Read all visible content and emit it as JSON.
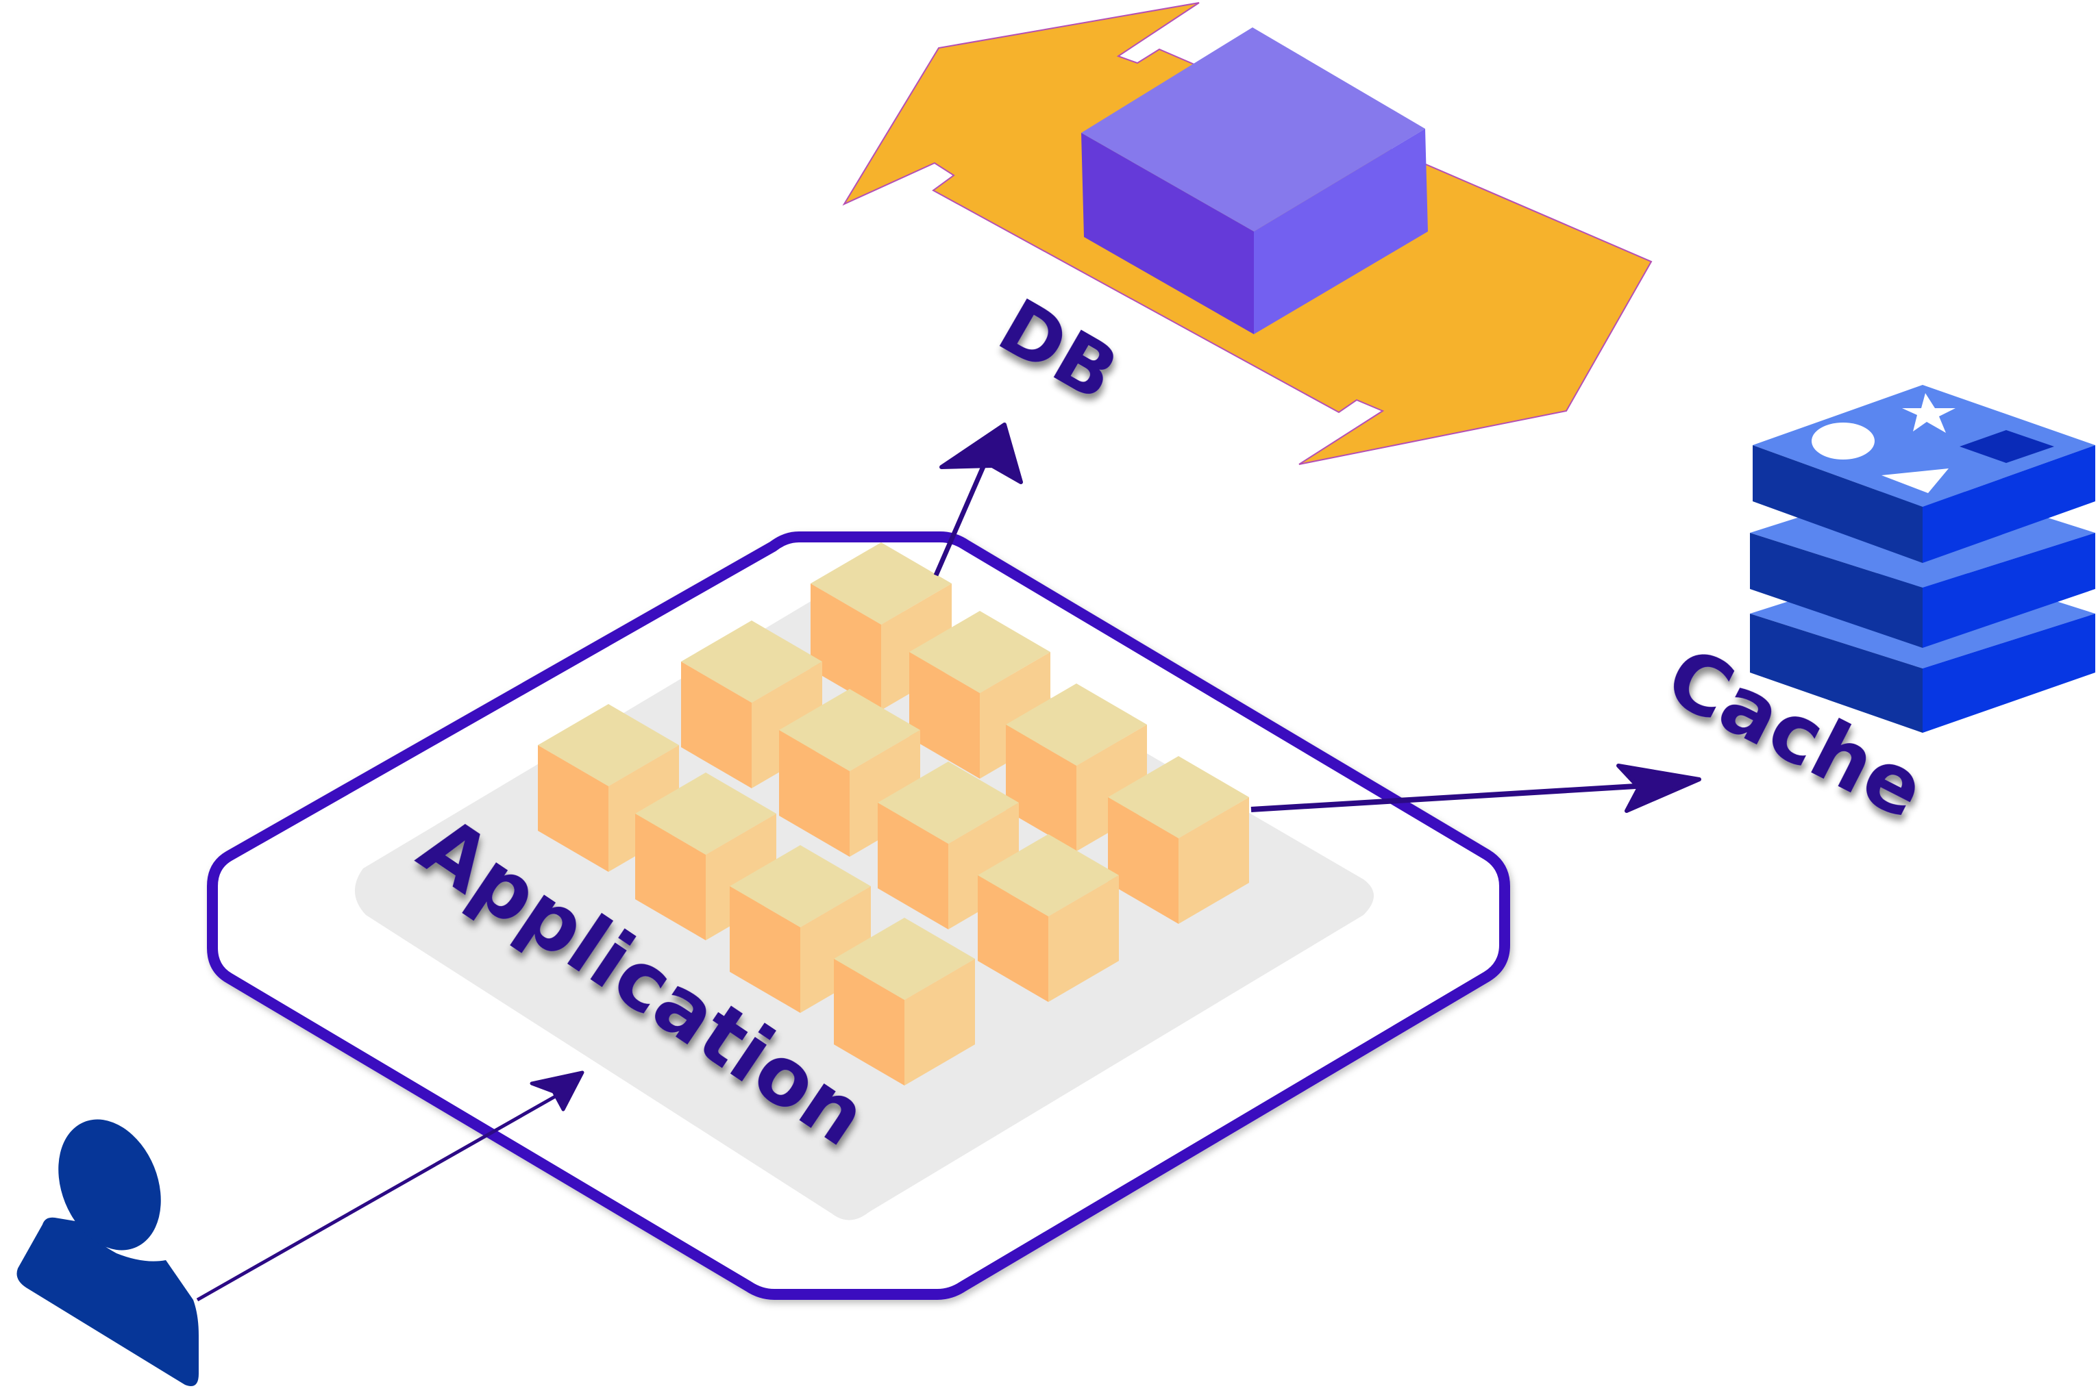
{
  "labels": {
    "db": "DB",
    "cache": "Cache",
    "application": "Application"
  },
  "colors": {
    "outline": "#3a0dbf",
    "arrow": "#2c0a85",
    "label": "#2b0c8c",
    "db_arrows": "#f6b22c",
    "db_top": "#8679ec",
    "db_left": "#653ad9",
    "db_right": "#7360f0",
    "cache_top": "#5a86f0",
    "cache_left": "#0e33a0",
    "cache_right": "#0737e3",
    "cube_top": "#ecdda5",
    "cube_left": "#fdb872",
    "cube_right": "#f8cf90",
    "platform": "#eaeaea",
    "user": "#063698"
  },
  "icons": [
    "user-icon",
    "database-icon",
    "cache-stack-icon",
    "application-cube-cluster"
  ]
}
